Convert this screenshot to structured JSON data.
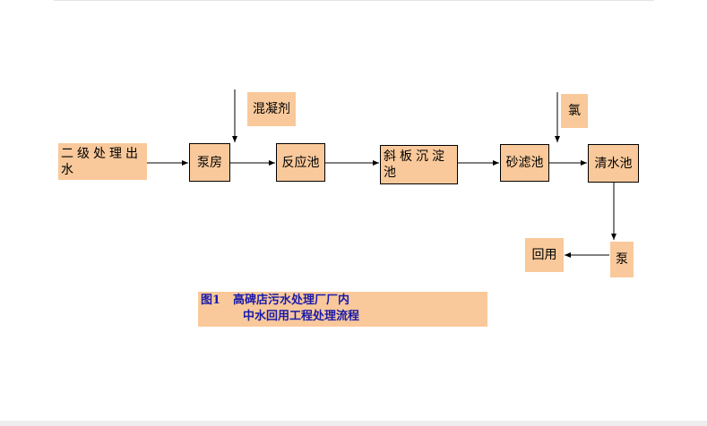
{
  "diagram": {
    "nodes": {
      "secondary_effluent": "二级处理出水",
      "pump_house": "泵房",
      "reaction_tank": "反应池",
      "inclined_settler": "斜板沉淀池",
      "sand_filter": "砂滤池",
      "clear_water_tank": "清水池",
      "pump": "泵",
      "reuse": "回用"
    },
    "inputs": {
      "coagulant": "混凝剂",
      "chlorine": "氯"
    },
    "caption": {
      "figure_label": "图1",
      "line1": "高碑店污水处理厂厂内",
      "line2": "中水回用工程处理流程"
    }
  },
  "colors": {
    "node_fill": "#f9c99b",
    "caption_text": "#1a1aa8",
    "connector": "#000000"
  }
}
